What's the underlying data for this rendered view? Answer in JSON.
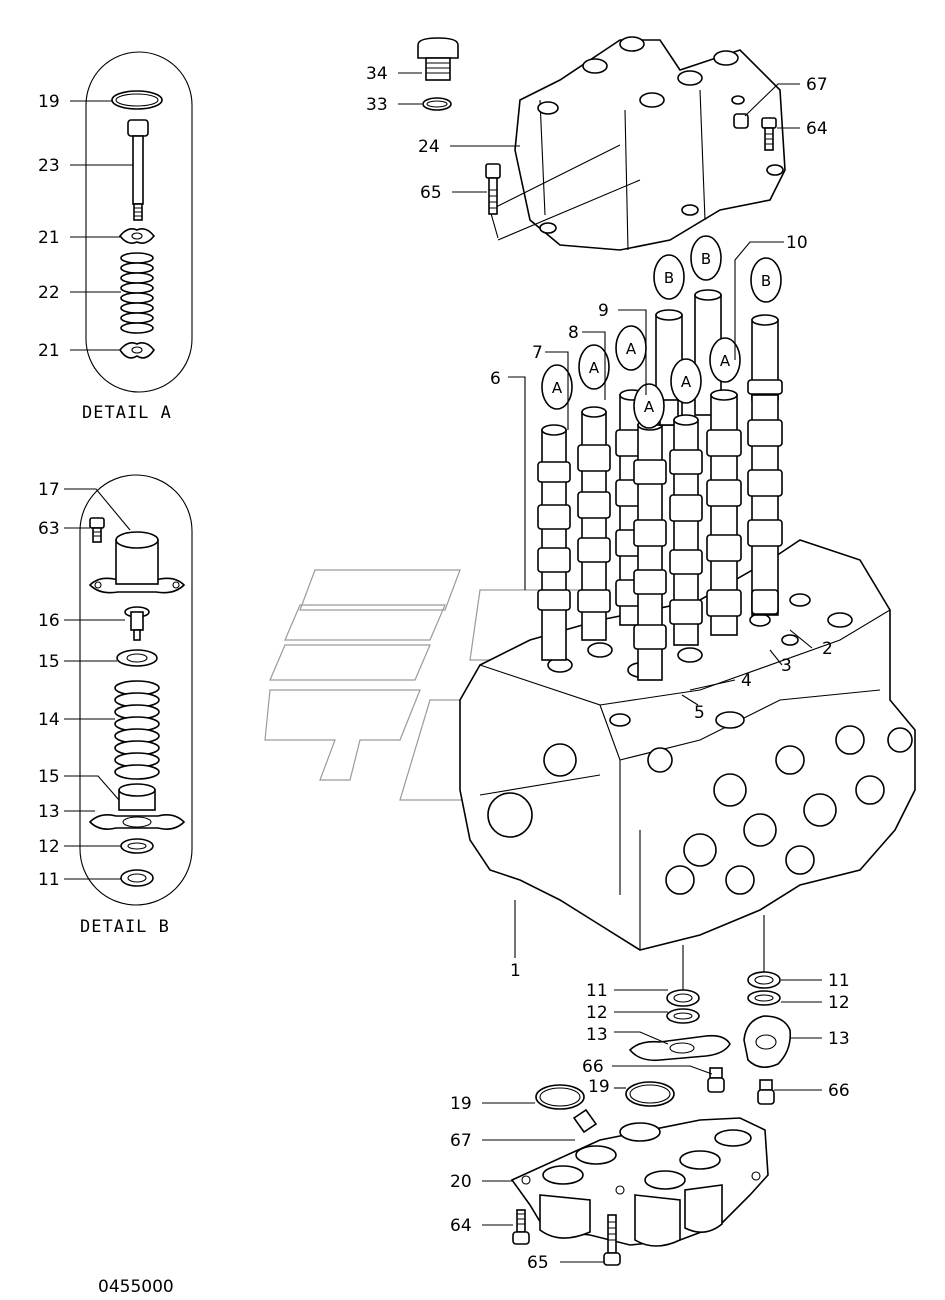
{
  "detail_labels": {
    "a": "DETAIL A",
    "b": "DETAIL B"
  },
  "drawing_number": "0455000",
  "spool_tags": {
    "a": "A",
    "b": "B"
  },
  "callouts": {
    "c1": "1",
    "c2": "2",
    "c3": "3",
    "c4": "4",
    "c5": "5",
    "c6": "6",
    "c7": "7",
    "c8": "8",
    "c9": "9",
    "c10": "10",
    "c11": "11",
    "c12": "12",
    "c13": "13",
    "c14": "14",
    "c15": "15",
    "c16": "16",
    "c17": "17",
    "c19": "19",
    "c20": "20",
    "c21": "21",
    "c22": "22",
    "c23": "23",
    "c24": "24",
    "c33": "33",
    "c34": "34",
    "c63": "63",
    "c64": "64",
    "c65": "65",
    "c66": "66",
    "c67": "67"
  }
}
